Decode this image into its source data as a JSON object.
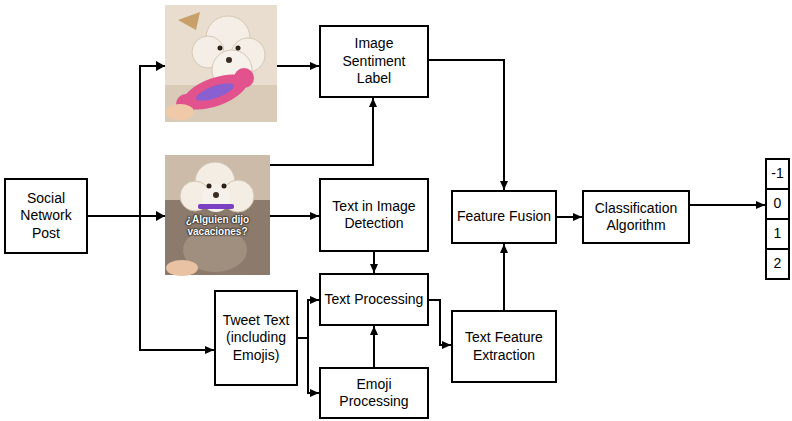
{
  "diagram": {
    "nodes": [
      {
        "text": [
          "Social Network Post"
        ]
      },
      {
        "text": [
          "Image Sentiment Label"
        ]
      },
      {
        "text": [
          "Text in Image Detection"
        ]
      },
      {
        "text": [
          "Feature Fusion"
        ]
      },
      {
        "text": [
          "Classification Algorithm"
        ]
      },
      {
        "text": [
          "Tweet Text (including Emojis)"
        ]
      },
      {
        "text": [
          "Text Processing"
        ]
      },
      {
        "text": [
          "Text Feature Extraction"
        ]
      },
      {
        "text": [
          "Emoji Processing"
        ]
      },
      {
        "text": [
          "-1"
        ]
      },
      {
        "text": [
          "0"
        ]
      },
      {
        "text": [
          "1"
        ]
      },
      {
        "text": [
          "2"
        ]
      }
    ],
    "edges": [
      {
        "from": 0,
        "to": 1,
        "arrow": "to"
      },
      {
        "from": 0,
        "to": 2,
        "arrow": "to"
      },
      {
        "from": 0,
        "to": 1,
        "arrow": "to"
      },
      {
        "from": 0,
        "to": 5,
        "arrow": "to"
      },
      {
        "from": 2,
        "to": 6,
        "arrow": "to"
      },
      {
        "from": 5,
        "to": 6,
        "arrow": "to"
      },
      {
        "from": 5,
        "to": 8,
        "arrow": "to"
      },
      {
        "from": 8,
        "to": 6,
        "arrow": "to"
      },
      {
        "from": 6,
        "to": 7,
        "arrow": "to"
      },
      {
        "from": 7,
        "to": 3,
        "arrow": "to"
      },
      {
        "from": 1,
        "to": 3,
        "arrow": "to"
      },
      {
        "from": 3,
        "to": 4,
        "arrow": "to"
      },
      {
        "from": 4,
        "to": 10,
        "arrow": "to"
      }
    ],
    "labels": [
      "¿Alguien dijo vacaciones?"
    ]
  }
}
